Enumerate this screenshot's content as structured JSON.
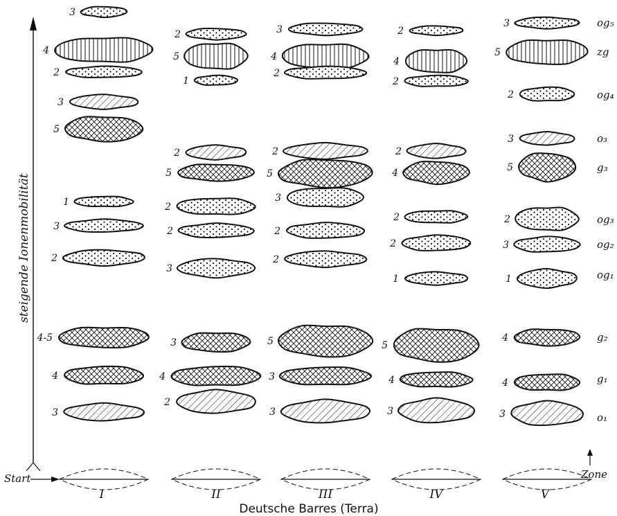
{
  "lanes": [
    "I",
    "II",
    "III",
    "IV",
    "V"
  ],
  "xlabel": "Deutsche Barres (Terra)",
  "ylabel": "steigende Ionenmobilität",
  "start_label": "Start",
  "zone_label": "Zone",
  "zones": [
    {
      "id": "og5",
      "label": "og₅",
      "pattern": "dots"
    },
    {
      "id": "zg",
      "label": "zg",
      "pattern": "vertical"
    },
    {
      "id": "og4",
      "label": "og₄",
      "pattern": "dots"
    },
    {
      "id": "o3",
      "label": "o₃",
      "pattern": "hatch"
    },
    {
      "id": "g3",
      "label": "g₃",
      "pattern": "cross"
    },
    {
      "id": "og3",
      "label": "og₃",
      "pattern": "dots"
    },
    {
      "id": "og2",
      "label": "og₂",
      "pattern": "dots"
    },
    {
      "id": "og1",
      "label": "og₁",
      "pattern": "dots"
    },
    {
      "id": "g2",
      "label": "g₂",
      "pattern": "cross"
    },
    {
      "id": "g1",
      "label": "g₁",
      "pattern": "cross"
    },
    {
      "id": "o1",
      "label": "o₁",
      "pattern": "hatch"
    }
  ],
  "bands": [
    {
      "lane": "I",
      "zone": "og5",
      "intensity": "3"
    },
    {
      "lane": "I",
      "zone": "zg",
      "intensity": "4"
    },
    {
      "lane": "I",
      "zone": "og4",
      "intensity": "2"
    },
    {
      "lane": "I",
      "zone": "o3",
      "intensity": "3"
    },
    {
      "lane": "I",
      "zone": "g3",
      "intensity": "5"
    },
    {
      "lane": "I",
      "zone": "og3a",
      "intensity": "1"
    },
    {
      "lane": "I",
      "zone": "og3",
      "intensity": "3"
    },
    {
      "lane": "I",
      "zone": "og2",
      "intensity": "2"
    },
    {
      "lane": "I",
      "zone": "g2",
      "intensity": "4-5"
    },
    {
      "lane": "I",
      "zone": "g1",
      "intensity": "4"
    },
    {
      "lane": "I",
      "zone": "o1",
      "intensity": "3"
    },
    {
      "lane": "II",
      "zone": "og5",
      "intensity": "2"
    },
    {
      "lane": "II",
      "zone": "zg",
      "intensity": "5"
    },
    {
      "lane": "II",
      "zone": "og4",
      "intensity": "1"
    },
    {
      "lane": "II",
      "zone": "o3",
      "intensity": "2"
    },
    {
      "lane": "II",
      "zone": "g3",
      "intensity": "5"
    },
    {
      "lane": "II",
      "zone": "og3a",
      "intensity": "2"
    },
    {
      "lane": "II",
      "zone": "og3",
      "intensity": "2"
    },
    {
      "lane": "II",
      "zone": "og2",
      "intensity": "3"
    },
    {
      "lane": "II",
      "zone": "g2",
      "intensity": "3"
    },
    {
      "lane": "II",
      "zone": "g1",
      "intensity": "4"
    },
    {
      "lane": "II",
      "zone": "o1",
      "intensity": "2"
    },
    {
      "lane": "III",
      "zone": "og5",
      "intensity": "3"
    },
    {
      "lane": "III",
      "zone": "zg",
      "intensity": "4"
    },
    {
      "lane": "III",
      "zone": "og4",
      "intensity": "2"
    },
    {
      "lane": "III",
      "zone": "o3",
      "intensity": "2"
    },
    {
      "lane": "III",
      "zone": "g3",
      "intensity": "5"
    },
    {
      "lane": "III",
      "zone": "og3a",
      "intensity": "3"
    },
    {
      "lane": "III",
      "zone": "og3",
      "intensity": "2"
    },
    {
      "lane": "III",
      "zone": "og2",
      "intensity": "2"
    },
    {
      "lane": "III",
      "zone": "g2",
      "intensity": "5"
    },
    {
      "lane": "III",
      "zone": "g1",
      "intensity": "3"
    },
    {
      "lane": "III",
      "zone": "o1",
      "intensity": "3"
    },
    {
      "lane": "IV",
      "zone": "og5",
      "intensity": "2"
    },
    {
      "lane": "IV",
      "zone": "zg",
      "intensity": "4"
    },
    {
      "lane": "IV",
      "zone": "og4",
      "intensity": "2"
    },
    {
      "lane": "IV",
      "zone": "o3",
      "intensity": "2"
    },
    {
      "lane": "IV",
      "zone": "g3",
      "intensity": "4"
    },
    {
      "lane": "IV",
      "zone": "og3",
      "intensity": "2"
    },
    {
      "lane": "IV",
      "zone": "og2",
      "intensity": "2"
    },
    {
      "lane": "IV",
      "zone": "og1",
      "intensity": "1"
    },
    {
      "lane": "IV",
      "zone": "g2",
      "intensity": "5"
    },
    {
      "lane": "IV",
      "zone": "g1",
      "intensity": "4"
    },
    {
      "lane": "IV",
      "zone": "o1",
      "intensity": "3"
    },
    {
      "lane": "V",
      "zone": "og5",
      "intensity": "3"
    },
    {
      "lane": "V",
      "zone": "zg",
      "intensity": "5"
    },
    {
      "lane": "V",
      "zone": "og4",
      "intensity": "2"
    },
    {
      "lane": "V",
      "zone": "o3",
      "intensity": "3"
    },
    {
      "lane": "V",
      "zone": "g3",
      "intensity": "5"
    },
    {
      "lane": "V",
      "zone": "og3",
      "intensity": "2"
    },
    {
      "lane": "V",
      "zone": "og2",
      "intensity": "3"
    },
    {
      "lane": "V",
      "zone": "og1",
      "intensity": "1"
    },
    {
      "lane": "V",
      "zone": "g2",
      "intensity": "4"
    },
    {
      "lane": "V",
      "zone": "g1",
      "intensity": "4"
    },
    {
      "lane": "V",
      "zone": "o1",
      "intensity": "3"
    }
  ]
}
